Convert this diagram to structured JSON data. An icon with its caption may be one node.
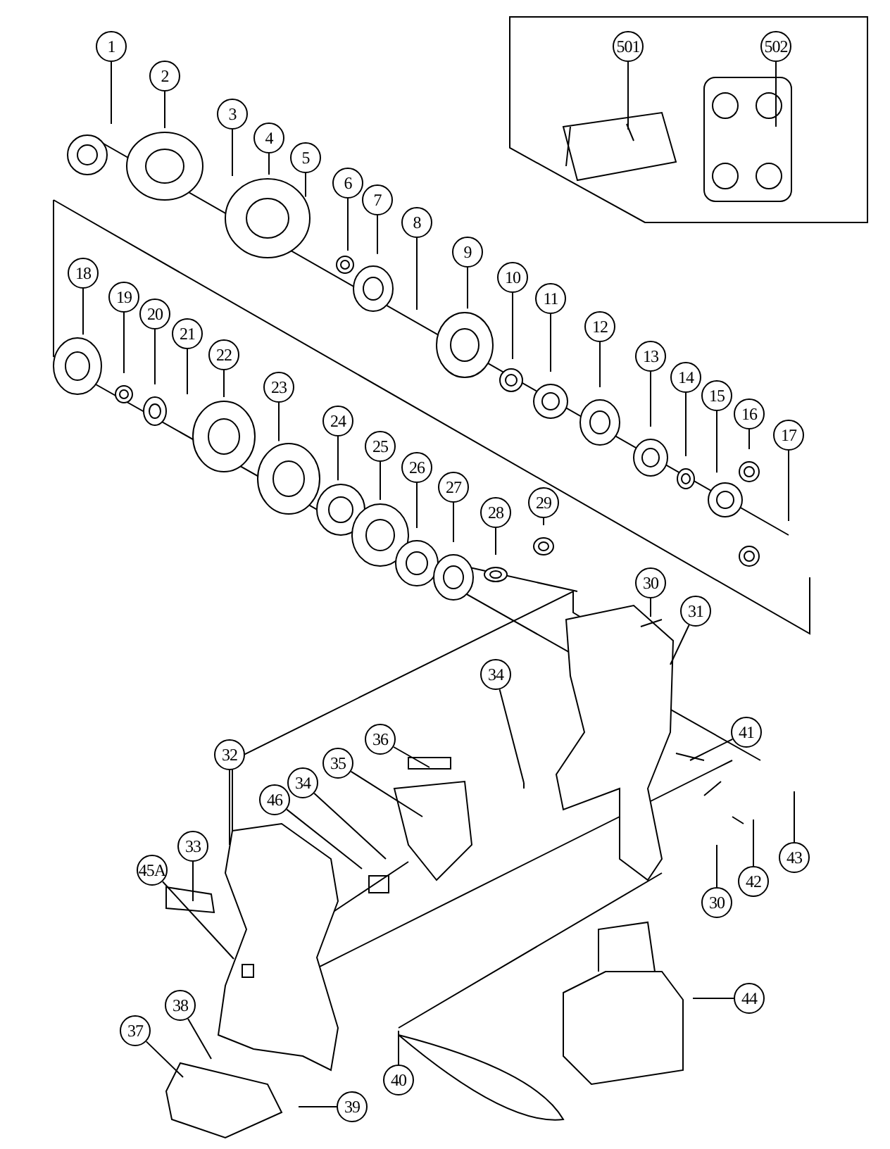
{
  "diagram": {
    "nodes": [
      {
        "text": [
          "1"
        ]
      },
      {
        "text": [
          "2"
        ]
      },
      {
        "text": [
          "501"
        ]
      },
      {
        "text": [
          "502"
        ]
      },
      {
        "text": [
          "3"
        ]
      },
      {
        "text": [
          "4"
        ]
      },
      {
        "text": [
          "5"
        ]
      },
      {
        "text": [
          "6"
        ]
      },
      {
        "text": [
          "7"
        ]
      },
      {
        "text": [
          "8"
        ]
      },
      {
        "text": [
          "9"
        ]
      },
      {
        "text": [
          "10"
        ]
      },
      {
        "text": [
          "11"
        ]
      },
      {
        "text": [
          "12"
        ]
      },
      {
        "text": [
          "13"
        ]
      },
      {
        "text": [
          "14"
        ]
      },
      {
        "text": [
          "15"
        ]
      },
      {
        "text": [
          "16"
        ]
      },
      {
        "text": [
          "17"
        ]
      },
      {
        "text": [
          "18"
        ]
      },
      {
        "text": [
          "19"
        ]
      },
      {
        "text": [
          "20"
        ]
      },
      {
        "text": [
          "21"
        ]
      },
      {
        "text": [
          "22"
        ]
      },
      {
        "text": [
          "23"
        ]
      },
      {
        "text": [
          "24"
        ]
      },
      {
        "text": [
          "25"
        ]
      },
      {
        "text": [
          "26"
        ]
      },
      {
        "text": [
          "27"
        ]
      },
      {
        "text": [
          "28"
        ]
      },
      {
        "text": [
          "29"
        ]
      },
      {
        "text": [
          "30"
        ]
      },
      {
        "text": [
          "31"
        ]
      },
      {
        "text": [
          "34"
        ]
      },
      {
        "text": [
          "36"
        ]
      },
      {
        "text": [
          "41"
        ]
      },
      {
        "text": [
          "32"
        ]
      },
      {
        "text": [
          "35"
        ]
      },
      {
        "text": [
          "34"
        ]
      },
      {
        "text": [
          "46"
        ]
      },
      {
        "text": [
          "33"
        ]
      },
      {
        "text": [
          "45A"
        ]
      },
      {
        "text": [
          "43"
        ]
      },
      {
        "text": [
          "42"
        ]
      },
      {
        "text": [
          "30"
        ]
      },
      {
        "text": [
          "44"
        ]
      },
      {
        "text": [
          "38"
        ]
      },
      {
        "text": [
          "37"
        ]
      },
      {
        "text": [
          "40"
        ]
      },
      {
        "text": [
          "39"
        ]
      }
    ],
    "edges": [
      {
        "from": 0,
        "to": null,
        "arrow": "none"
      },
      {
        "from": 1,
        "to": null,
        "arrow": "none"
      },
      {
        "from": 2,
        "to": null,
        "arrow": "none"
      },
      {
        "from": 3,
        "to": null,
        "arrow": "none"
      },
      {
        "from": 4,
        "to": null,
        "arrow": "none"
      },
      {
        "from": 5,
        "to": null,
        "arrow": "none"
      },
      {
        "from": 6,
        "to": null,
        "arrow": "none"
      },
      {
        "from": 7,
        "to": null,
        "arrow": "none"
      },
      {
        "from": 8,
        "to": null,
        "arrow": "none"
      },
      {
        "from": 9,
        "to": null,
        "arrow": "none"
      },
      {
        "from": 10,
        "to": null,
        "arrow": "none"
      },
      {
        "from": 11,
        "to": null,
        "arrow": "none"
      },
      {
        "from": 12,
        "to": null,
        "arrow": "none"
      },
      {
        "from": 13,
        "to": null,
        "arrow": "none"
      },
      {
        "from": 14,
        "to": null,
        "arrow": "none"
      },
      {
        "from": 15,
        "to": null,
        "arrow": "none"
      },
      {
        "from": 16,
        "to": null,
        "arrow": "none"
      },
      {
        "from": 17,
        "to": null,
        "arrow": "none"
      },
      {
        "from": 18,
        "to": null,
        "arrow": "none"
      },
      {
        "from": 19,
        "to": null,
        "arrow": "none"
      },
      {
        "from": 20,
        "to": null,
        "arrow": "none"
      },
      {
        "from": 21,
        "to": null,
        "arrow": "none"
      },
      {
        "from": 22,
        "to": null,
        "arrow": "none"
      },
      {
        "from": 23,
        "to": null,
        "arrow": "none"
      },
      {
        "from": 24,
        "to": null,
        "arrow": "none"
      },
      {
        "from": 25,
        "to": null,
        "arrow": "none"
      },
      {
        "from": 26,
        "to": null,
        "arrow": "none"
      },
      {
        "from": 27,
        "to": null,
        "arrow": "none"
      },
      {
        "from": 28,
        "to": null,
        "arrow": "none"
      },
      {
        "from": 29,
        "to": null,
        "arrow": "none"
      },
      {
        "from": 30,
        "to": null,
        "arrow": "none"
      },
      {
        "from": 31,
        "to": null,
        "arrow": "none"
      },
      {
        "from": 32,
        "to": null,
        "arrow": "none"
      },
      {
        "from": 33,
        "to": null,
        "arrow": "none"
      },
      {
        "from": 34,
        "to": null,
        "arrow": "none"
      },
      {
        "from": 35,
        "to": null,
        "arrow": "none"
      },
      {
        "from": 36,
        "to": null,
        "arrow": "none"
      },
      {
        "from": 37,
        "to": null,
        "arrow": "none"
      },
      {
        "from": 38,
        "to": null,
        "arrow": "none"
      },
      {
        "from": 39,
        "to": null,
        "arrow": "none"
      },
      {
        "from": 40,
        "to": null,
        "arrow": "none"
      },
      {
        "from": 41,
        "to": null,
        "arrow": "none"
      },
      {
        "from": 42,
        "to": null,
        "arrow": "none"
      },
      {
        "from": 43,
        "to": null,
        "arrow": "none"
      },
      {
        "from": 44,
        "to": null,
        "arrow": "none"
      },
      {
        "from": 45,
        "to": null,
        "arrow": "none"
      },
      {
        "from": 46,
        "to": null,
        "arrow": "none"
      },
      {
        "from": 47,
        "to": null,
        "arrow": "none"
      },
      {
        "from": 48,
        "to": null,
        "arrow": "none"
      },
      {
        "from": 49,
        "to": null,
        "arrow": "none"
      }
    ]
  }
}
